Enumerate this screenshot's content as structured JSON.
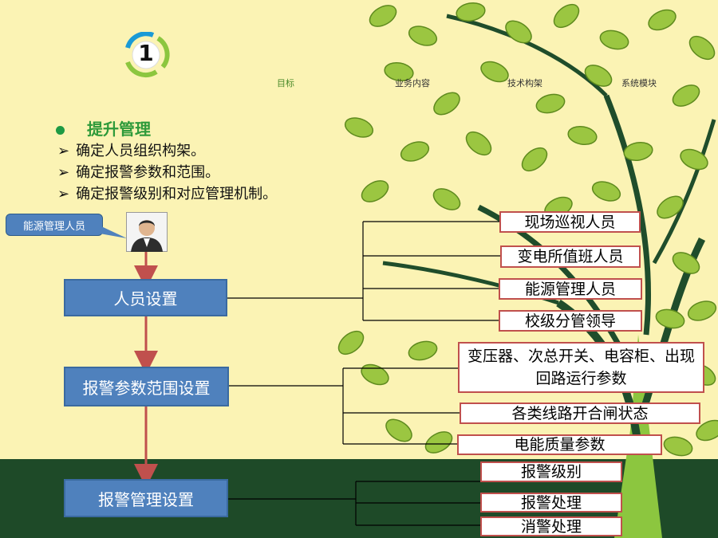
{
  "step_number": "1",
  "nav": {
    "items": [
      "目标",
      "业务内容",
      "技术构架",
      "系统模块"
    ]
  },
  "heading": "提升管理",
  "bullets": [
    "确定人员组织构架。",
    "确定报警参数和范围。",
    "确定报警级别和对应管理机制。"
  ],
  "callout_label": "能源管理人员",
  "flow": {
    "personnel_setup": {
      "label": "人员设置",
      "targets": [
        "现场巡视人员",
        "变电所值班人员",
        "能源管理人员",
        "校级分管领导"
      ]
    },
    "alarm_param_setup": {
      "label": "报警参数范围设置",
      "targets": [
        "变压器、次总开关、电容柜、出现回路运行参数",
        "各类线路开合闸状态",
        "电能质量参数"
      ]
    },
    "alarm_mgmt_setup": {
      "label": "报警管理设置",
      "targets": [
        "报警级别",
        "报警处理",
        "消警处理"
      ]
    }
  },
  "colors": {
    "background": "#fbf3b4",
    "ground": "#1e4a28",
    "box_blue": "#4f81bd",
    "box_border_red": "#c0504d",
    "arrow_red": "#c0504d",
    "heading_green": "#2e9a3a"
  }
}
